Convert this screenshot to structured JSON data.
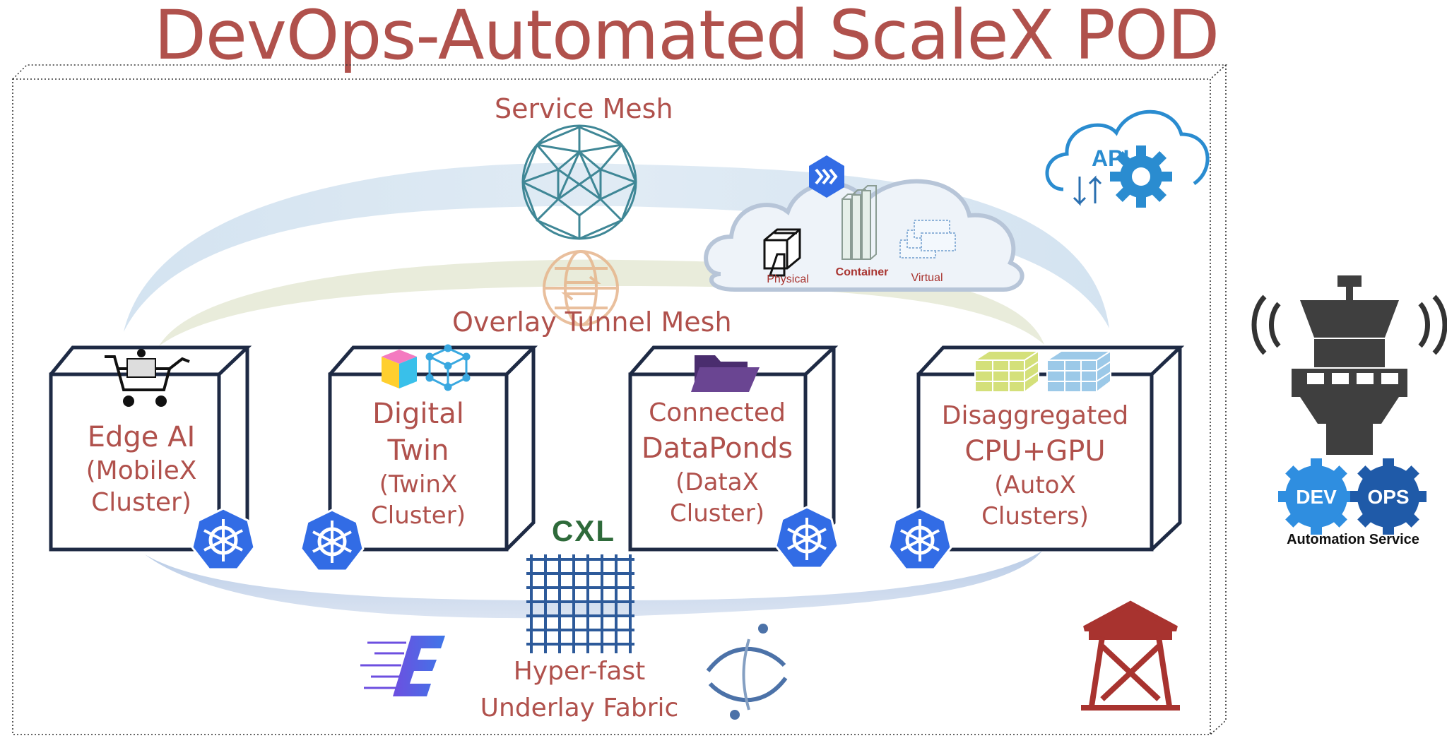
{
  "title": "DevOps-Automated ScaleX POD",
  "service_mesh_label": "Service Mesh",
  "overlay_label": "Overlay Tunnel Mesh",
  "underlay_label": "Hyper-fast Underlay Fabric",
  "cxl_label": "CXL",
  "api_label": "API",
  "cloud": {
    "physical": "Physical",
    "container": "Container",
    "virtual": "Virtual"
  },
  "clusters": [
    {
      "line1": "Edge AI",
      "line2": "(MobileX",
      "line3": "Cluster)"
    },
    {
      "line1": "Digital",
      "line2": "Twin",
      "line3": "(TwinX",
      "line4": "Cluster)"
    },
    {
      "line1": "Connected",
      "line2": "DataPonds",
      "line3": "(DataX",
      "line4": "Cluster)"
    },
    {
      "line1": "Disaggregated",
      "line2": "CPU+GPU",
      "line3": "(AutoX",
      "line4": "Clusters)"
    }
  ],
  "devops": {
    "dev": "DEV",
    "ops": "OPS",
    "service": "Automation Service"
  },
  "colors": {
    "title": "#b0514c",
    "box": "#1e2a44",
    "k8s": "#326ce5",
    "mesh": "#3f8796",
    "tower": "#a8332f"
  }
}
